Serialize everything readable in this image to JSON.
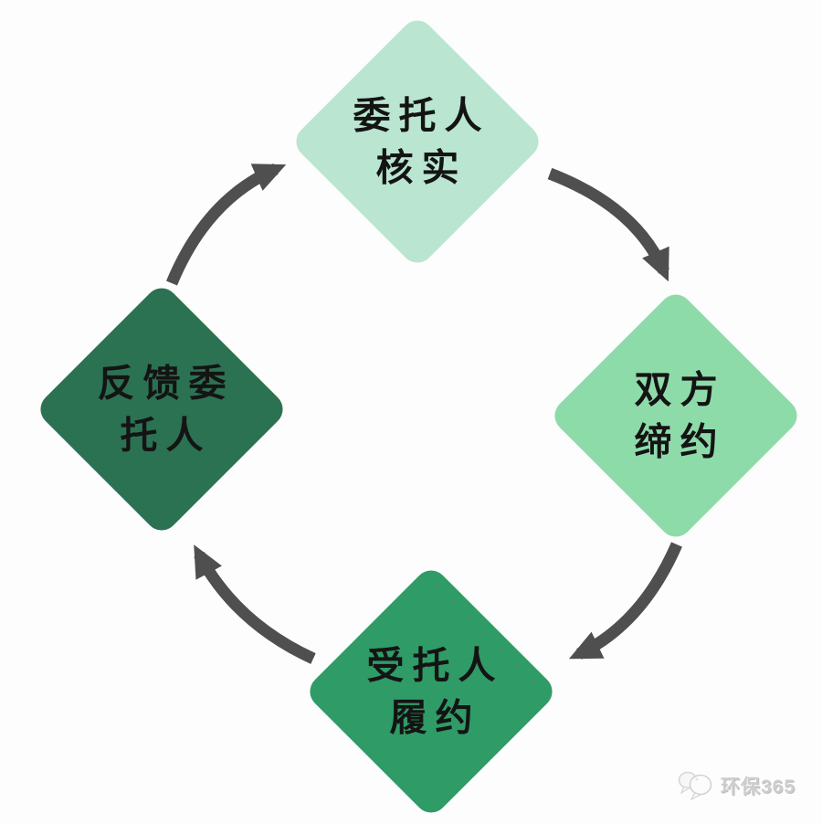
{
  "background_color": "#fdfdfd",
  "diagram": {
    "type": "cycle",
    "direction": "clockwise",
    "arrow_color": "#4f4f4f",
    "text_color": "#141414",
    "nodes": [
      {
        "id": "client-verify",
        "position": "top",
        "lines": [
          "委托人",
          "核实"
        ],
        "color": "#b9e5d1"
      },
      {
        "id": "parties-contract",
        "position": "right",
        "lines": [
          "双方",
          "缔约"
        ],
        "color": "#8edbaa"
      },
      {
        "id": "trustee-perform",
        "position": "bottom",
        "lines": [
          "受托人",
          "履约"
        ],
        "color": "#2f9b66"
      },
      {
        "id": "feedback-client",
        "position": "left",
        "lines": [
          "反馈委",
          "托人"
        ],
        "color": "#2b7253"
      }
    ]
  },
  "watermark": {
    "icon": "chat-bubbles-icon",
    "text": "环保365",
    "color": "#cdcdcd"
  }
}
